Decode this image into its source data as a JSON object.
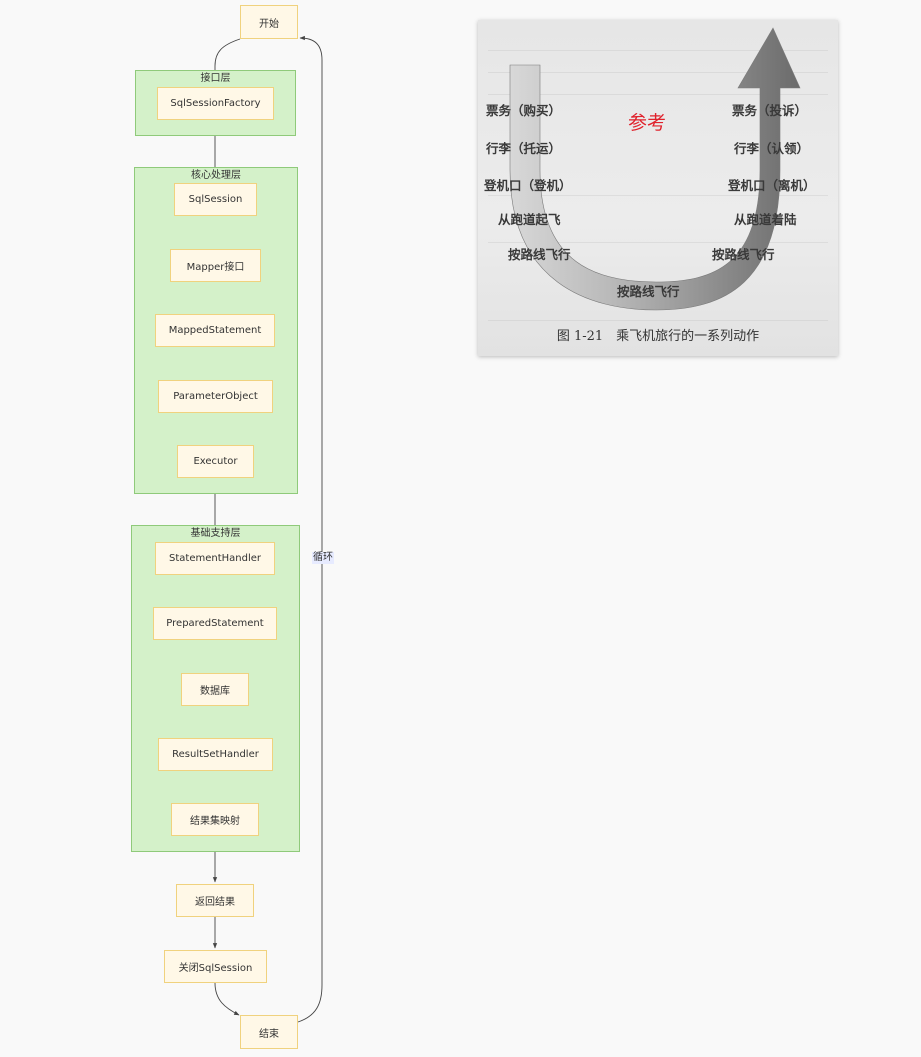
{
  "flow": {
    "start": "开始",
    "end": "结束",
    "return_result": "返回结果",
    "close_session": "关闭SqlSession",
    "loop_label": "循环",
    "groups": {
      "interface": {
        "title": "接口层",
        "items": [
          "SqlSessionFactory"
        ]
      },
      "core": {
        "title": "核心处理层",
        "items": [
          "SqlSession",
          "Mapper接口",
          "MappedStatement",
          "ParameterObject",
          "Executor"
        ]
      },
      "support": {
        "title": "基础支持层",
        "items": [
          "StatementHandler",
          "PreparedStatement",
          "数据库",
          "ResultSetHandler",
          "结果集映射"
        ]
      }
    }
  },
  "reference": {
    "mark": "参考",
    "caption": "图 1-21　乘飞机旅行的一系列动作",
    "left_labels": [
      "票务（购买）",
      "行李（托运）",
      "登机口（登机）",
      "从跑道起飞",
      "按路线飞行"
    ],
    "right_labels": [
      "票务（投诉）",
      "行李（认领）",
      "登机口（离机）",
      "从跑道着陆",
      "按路线飞行"
    ],
    "bottom_label": "按路线飞行"
  },
  "colors": {
    "node_fill": "#fff8e7",
    "node_border": "#f0d27e",
    "group_fill": "#d4f1c9",
    "group_border": "#8fca7a",
    "edge": "#444444",
    "mark": "#e0212b"
  }
}
